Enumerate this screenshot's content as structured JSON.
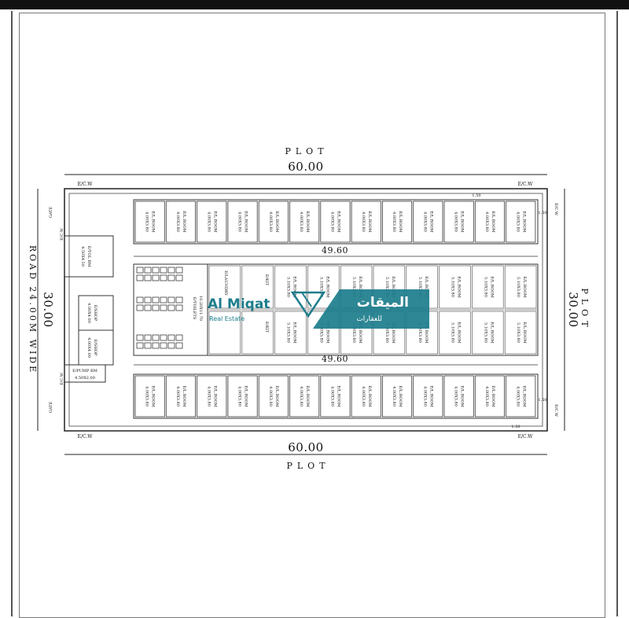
{
  "plot_label_top": "PLOT",
  "plot_label_bottom": "PLOT",
  "plot_label_right": "PLOT",
  "dim_top": "60.00",
  "dim_bottom": "60.00",
  "dim_left": "30.00",
  "dim_right": "30.00",
  "road_label": "ROAD 24.00M WIDE",
  "inner_dim_top": "49.60",
  "inner_dim_bottom": "49.60",
  "ec_w": "E/C.W",
  "gate": "GATE",
  "small_dim_150": "1.50",
  "room_label": "E/L.ROOM",
  "room_size": "4.00X3.80",
  "room_size_mid": "5.10X3.80",
  "toilet_room": "E/TOL RM",
  "toilet_size": "4.50X4.50",
  "shop_label": "E/SHOP",
  "shop_size": "4.00X4.00",
  "pump_label": "E/PUMP RM",
  "pump_size": "4.50X2.00",
  "kitchen_label": "E/KIT",
  "laundry_label": "E/LAUNDRY",
  "toilets_label": "E/TOILETS",
  "toilets_size": "10.20X11.70",
  "logo": {
    "name_en": "Al Miqat",
    "sub_en": "Real Estate",
    "name_ar": "الميقات",
    "sub_ar": "للعقارات",
    "brand_color": "#1c7d8c"
  }
}
